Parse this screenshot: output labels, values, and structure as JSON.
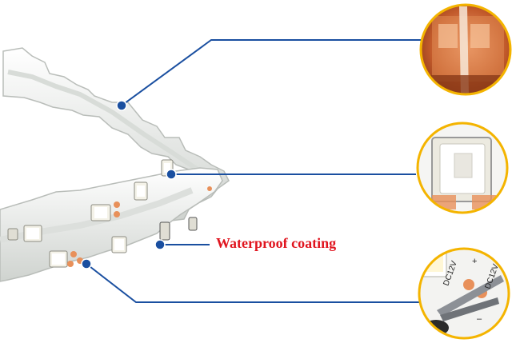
{
  "image": {
    "subject": "flexible LED strip",
    "colors": {
      "strip": "#eef0ee",
      "strip_shadow": "#bfc3bf",
      "led_body": "#f4f2e8",
      "led_chip": "#ffffff",
      "pad": "#e8905a",
      "leader_line": "#1a4fa0",
      "detail_ring": "#f4b400",
      "label": "#e0141e"
    }
  },
  "callouts": {
    "waterproof": {
      "label": "Waterproof coating"
    }
  },
  "details": {
    "connector": {
      "print_1": "DC12V",
      "print_2": "DC12V",
      "plus": "+",
      "minus": "–"
    }
  }
}
